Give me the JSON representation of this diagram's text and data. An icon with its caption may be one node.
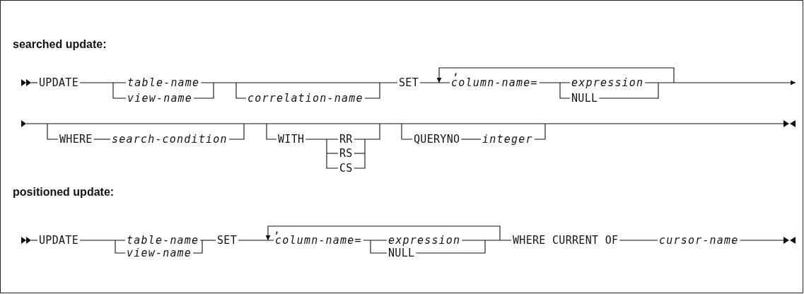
{
  "diagram": {
    "labels": [
      "searched update:",
      "UPDATE",
      "table-name",
      "SET",
      ",",
      "column-name=",
      "expression",
      "view-name",
      "correlation-name",
      "NULL",
      "WHERE",
      "search-condition",
      "WITH",
      "RR",
      "QUERYNO",
      "integer",
      "RS",
      "CS",
      "positioned update:",
      "UPDATE",
      "table-name",
      "SET",
      ",",
      "column-name=",
      "expression",
      "WHERE CURRENT OF",
      "cursor-name",
      "view-name",
      "NULL"
    ]
  }
}
